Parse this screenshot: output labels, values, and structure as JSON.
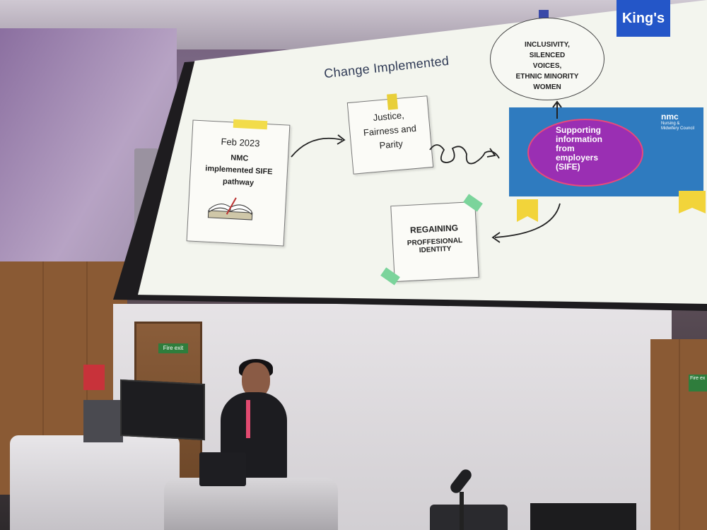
{
  "slide": {
    "title": "Change Implemented",
    "feb_note": {
      "line1": "Feb 2023",
      "line2": "NMC",
      "line3": "implemented SIFE",
      "line4": "pathway"
    },
    "justice_note": {
      "line1": "Justice,",
      "line2": "Fairness and",
      "line3": "Parity"
    },
    "inclusivity_circle": {
      "line1": "INCLUSIVITY,",
      "line2": "SILENCED",
      "line3": "VOICES,",
      "line4": "ETHNIC MINORITY",
      "line5": "WOMEN"
    },
    "sife_card": {
      "line1": "Supporting",
      "line2": "information",
      "line3": "from",
      "line4": "employers",
      "line5": "(SIFE)",
      "logo": "nmc",
      "logo_sub": "Nursing & Midwifery Council"
    },
    "regain_note": {
      "line1": "REGAINING",
      "line2": "PROFFESIONAL",
      "line3": "IDENTITY"
    },
    "logo_kings": "King's"
  },
  "room": {
    "exit_sign": "Fire exit",
    "right_sign": "Fire ex"
  },
  "colors": {
    "slide_bg": "#f3f5ee",
    "sife_blue": "#2f7bbf",
    "sife_purple": "#9a2fb3",
    "tape_yellow": "#f2dc4a",
    "tape_green": "#7bd49b",
    "kings_blue": "#2456c8"
  }
}
